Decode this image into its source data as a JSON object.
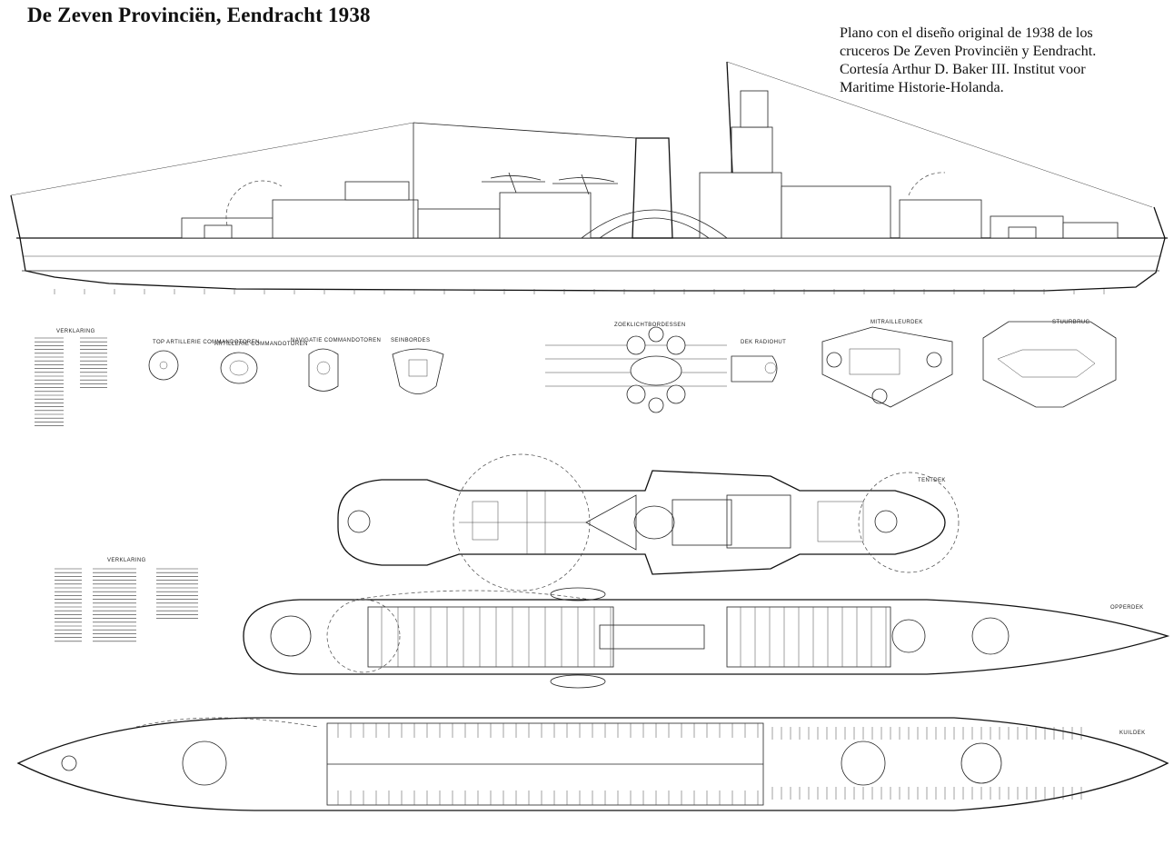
{
  "title": "De Zeven Provinciën, Eendracht 1938",
  "caption": {
    "line1": "Plano con el diseño original de 1938 de los",
    "line2": "cruceros De Zeven Provinciën y Eendracht.",
    "line3": "Cortesía Arthur D. Baker III. Institut voor",
    "line4": "Maritime Historie-Holanda."
  },
  "detail_labels": {
    "legend_top": "VERKLARING",
    "top_artillery": "TOP ARTILLERIE COMMANDOTOREN",
    "artillery": "ARTILLERIE COMMANDOTOREN",
    "navigation": "NAVIGATIE COMMANDOTOREN",
    "signal": "SEINBORDES",
    "searchlight": "ZOEKLICHTBORDESSEN",
    "radio_hut": "DEK RADIOHUT",
    "machinegun_deck": "MITRAILLEURDEK",
    "steering": "STUURBRUG"
  },
  "deck_labels": {
    "tent_deck": "TENTDEK",
    "upper_deck": "OPPERDEK",
    "hold_deck": "KUILDEK",
    "legend_mid": "VERKLARING"
  },
  "colors": {
    "ink": "#111111",
    "paper": "#ffffff"
  }
}
